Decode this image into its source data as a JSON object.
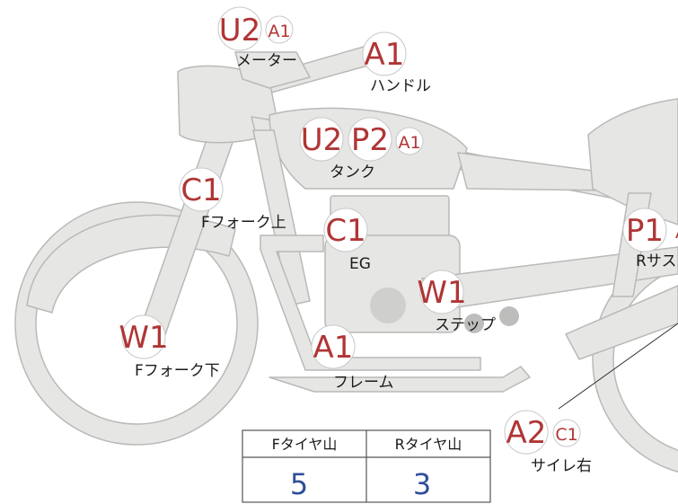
{
  "labels": {
    "meter": "メーター",
    "handle": "ハンドル",
    "tank": "タンク",
    "fork_upper": "Fフォーク上",
    "eg": "EG",
    "step": "ステップ",
    "fork_lower": "Fフォーク下",
    "frame": "フレーム",
    "rear_sus": "Rサス",
    "muffler_right": "サイレ右"
  },
  "codes": {
    "meter": [
      "U2",
      "A1"
    ],
    "handle": [
      "A1"
    ],
    "tank": [
      "U2",
      "P2",
      "A1"
    ],
    "fork_upper": [
      "C1"
    ],
    "eg": [
      "C1"
    ],
    "step": [
      "W1"
    ],
    "fork_lower": [
      "W1"
    ],
    "frame": [
      "A1"
    ],
    "rear_sus": [
      "P1",
      "A"
    ],
    "muffler_right": [
      "A2",
      "C1"
    ]
  },
  "tire_table": {
    "headers": [
      "Fタイヤ山",
      "Rタイヤ山"
    ],
    "values": [
      "5",
      "3"
    ]
  },
  "colors": {
    "body_fill": "#e6e7e5",
    "body_stroke": "#b9bab7",
    "code_red": "#b03535",
    "value_blue": "#2f4f9a"
  }
}
